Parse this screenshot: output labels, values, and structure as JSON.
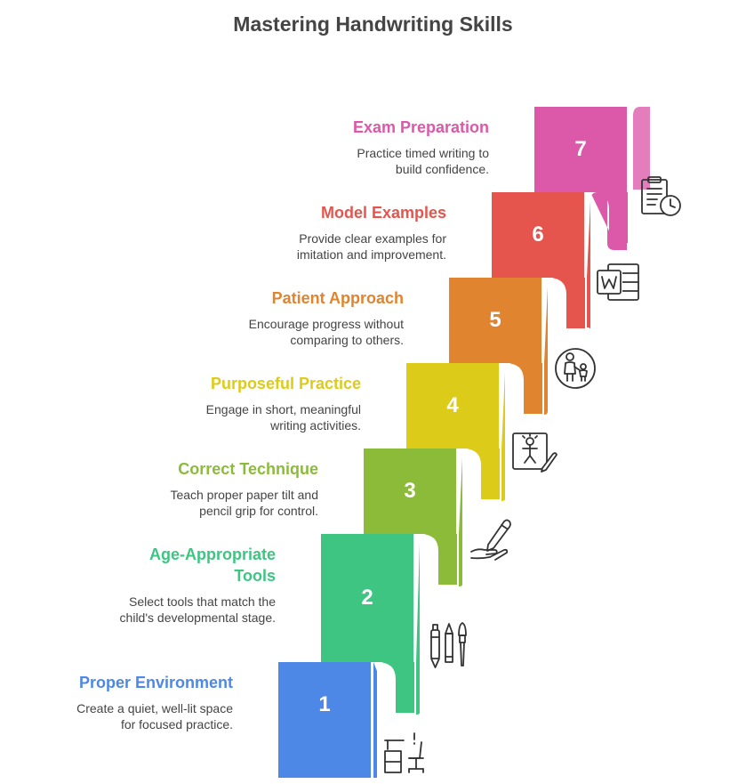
{
  "title": "Mastering Handwriting Skills",
  "steps": [
    {
      "number": "1",
      "heading": "Proper Environment",
      "description": "Create a quiet, well-lit space for focused practice.",
      "color": "#4E88E6",
      "icon": "desk-chair-icon"
    },
    {
      "number": "2",
      "heading": "Age-Appropriate Tools",
      "description": "Select tools that match the child's developmental stage.",
      "color": "#3DC581",
      "icon": "pencils-brush-icon"
    },
    {
      "number": "3",
      "heading": "Correct Technique",
      "description": "Teach proper paper tilt and pencil grip for control.",
      "color": "#8CBB3A",
      "icon": "hand-pencil-icon"
    },
    {
      "number": "4",
      "heading": "Purposeful Practice",
      "description": "Engage in short, meaningful writing activities.",
      "color": "#DDCB19",
      "icon": "drawing-board-icon"
    },
    {
      "number": "5",
      "heading": "Patient Approach",
      "description": "Encourage progress without comparing to others.",
      "color": "#E0842F",
      "icon": "parent-child-icon"
    },
    {
      "number": "6",
      "heading": "Model Examples",
      "description": "Provide clear examples for imitation and improvement.",
      "color": "#E5554E",
      "icon": "word-document-icon"
    },
    {
      "number": "7",
      "heading": "Exam Preparation",
      "description": "Practice timed writing to build confidence.",
      "color": "#DC58A8",
      "icon": "clipboard-clock-icon"
    }
  ]
}
